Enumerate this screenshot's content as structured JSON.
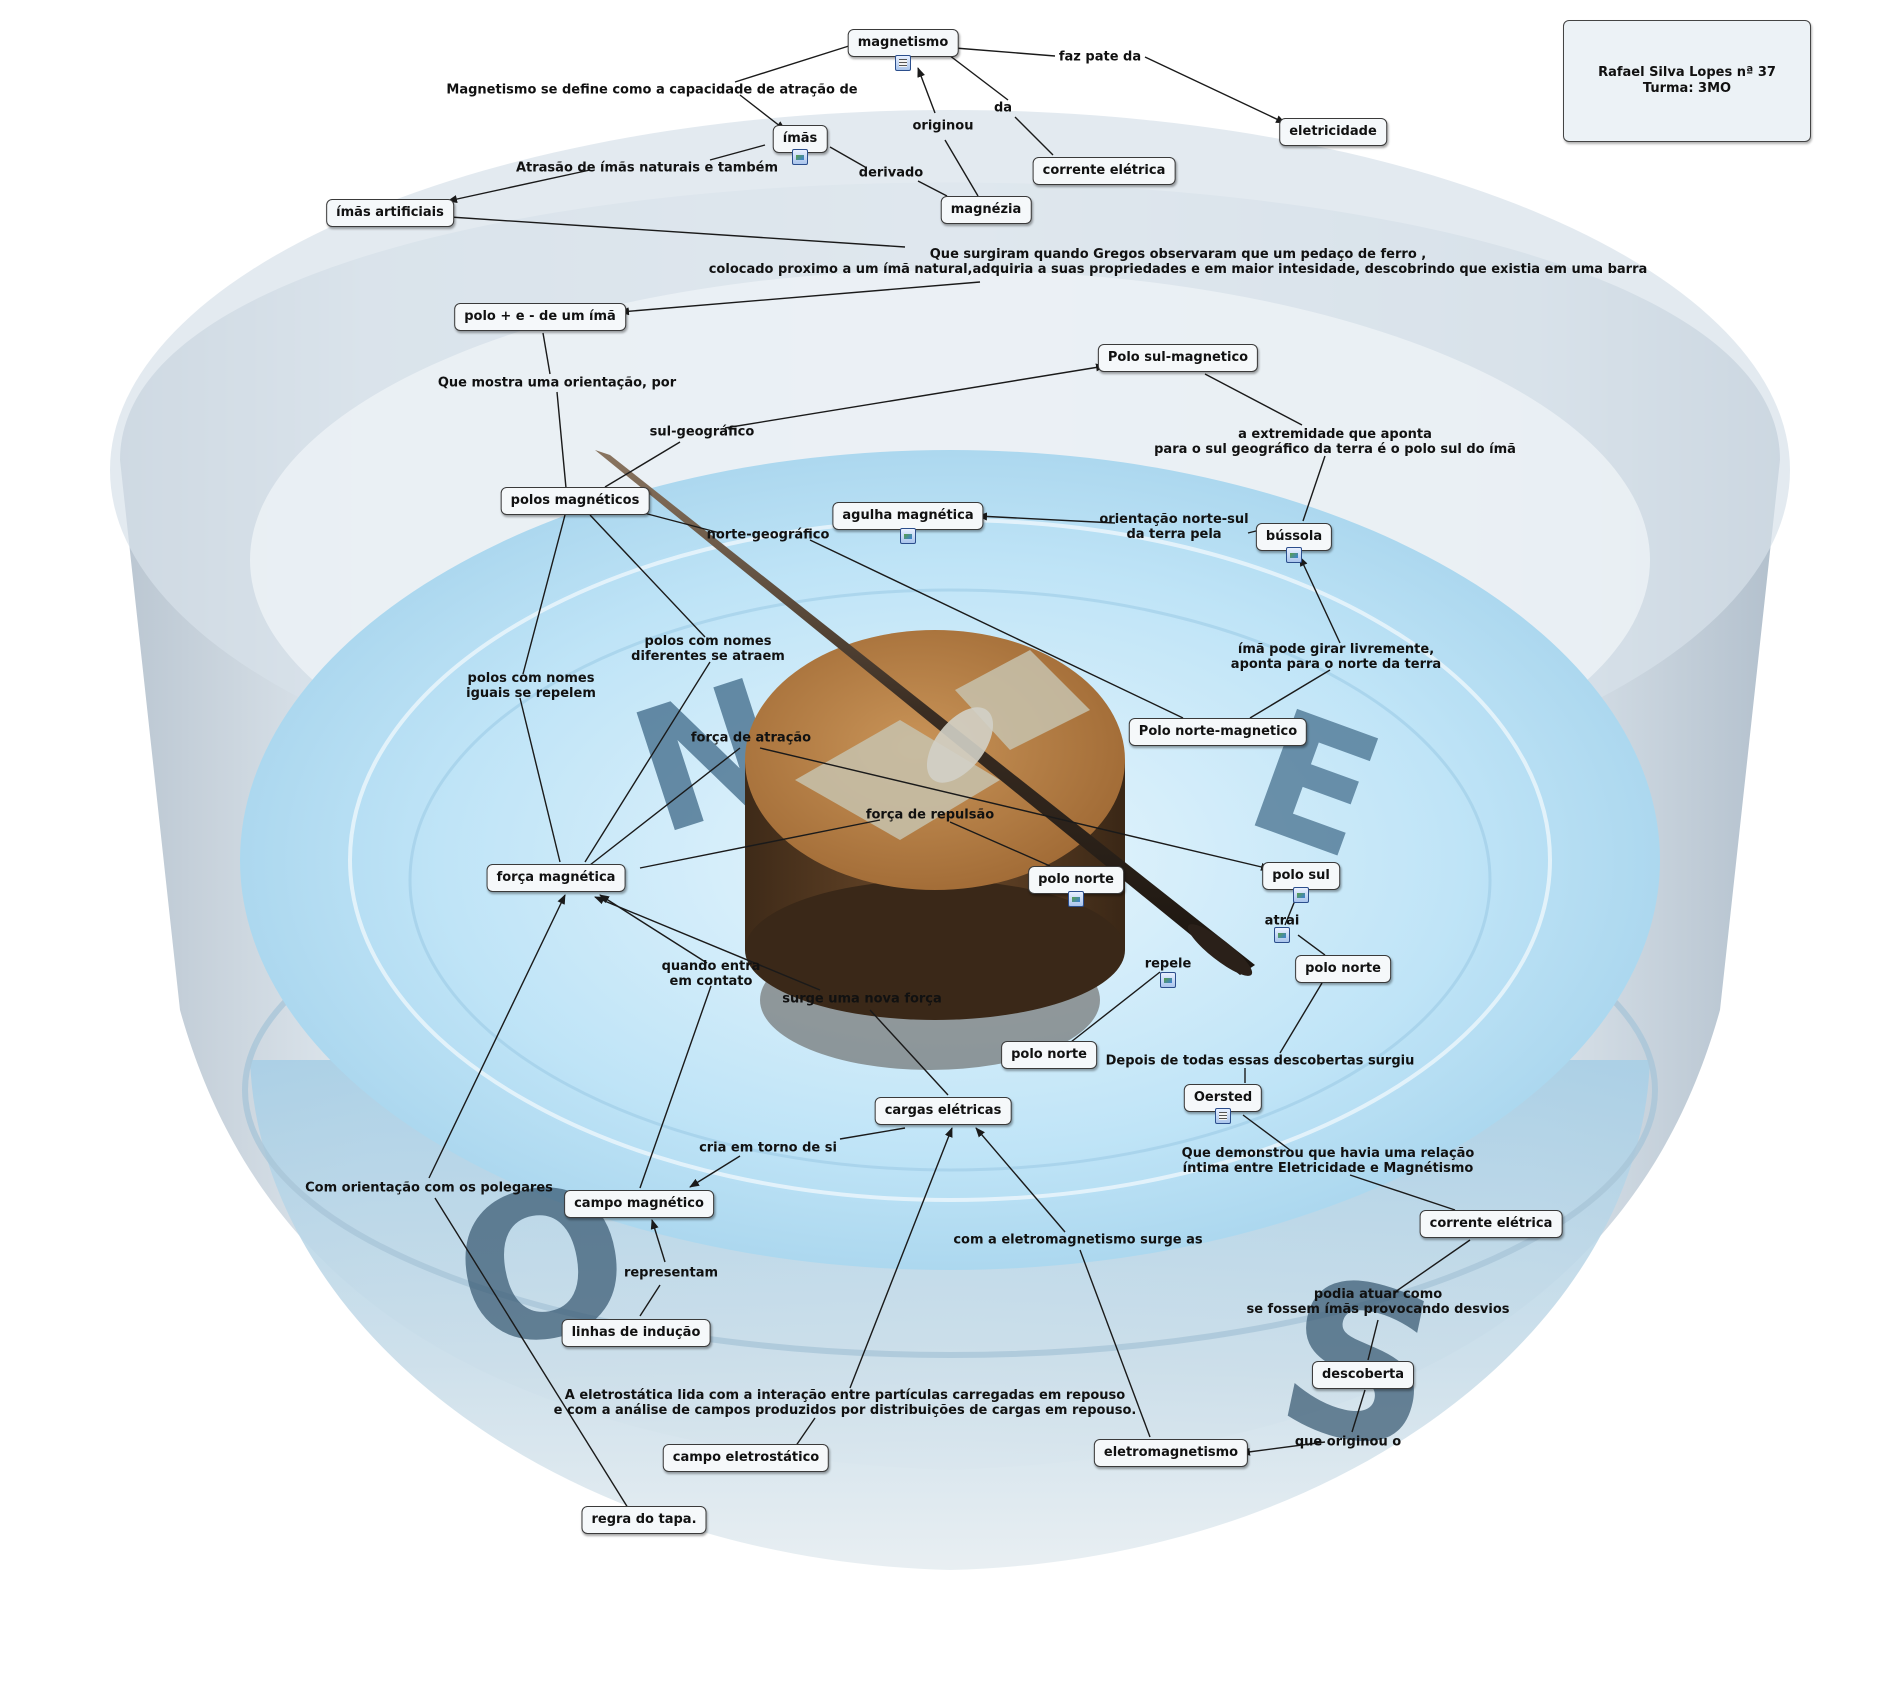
{
  "author": {
    "name_line": "Rafael Silva Lopes nª 37",
    "class_line": "Turma: 3MO"
  },
  "nodes": {
    "magnetismo": "magnetismo",
    "imas": "ímãs",
    "eletricidade": "eletricidade",
    "corrente_eletrica_top": "corrente elétrica",
    "imas_artificiais": "ímãs artificiais",
    "magnezia": "magnézia",
    "polo_imas": "polo + e - de um ímã",
    "polo_sul_magnetico": "Polo sul-magnetico",
    "polos_magneticos": "polos magnéticos",
    "agulha_magnetica": "agulha magnética",
    "bussola": "bússola",
    "polo_norte_magnetico": "Polo norte-magnetico",
    "forca_magnetica": "força magnética",
    "polo_norte_1": "polo norte",
    "polo_sul": "polo sul",
    "polo_norte_2": "polo norte",
    "polo_norte_3": "polo norte",
    "oersted": "Oersted",
    "cargas_eletricas": "cargas elétricas",
    "campo_magnetico": "campo magnético",
    "corrente_eletrica_bottom": "corrente elétrica",
    "linhas_inducao": "linhas de indução",
    "descoberta": "descoberta",
    "campo_eletrostatico": "campo eletrostático",
    "eletromagnetismo": "eletromagnetismo",
    "regra_tapa": "regra do tapa."
  },
  "linking_phrases": {
    "faz_pate_da": "faz pate da",
    "magnetismo_define": "Magnetismo se define como a capacidade de atração de",
    "da": "da",
    "originou": "originou",
    "atrasao": "Atrasão de ímãs naturais e também",
    "derivado": "derivado",
    "surgiram": "Que surgiram quando Gregos observaram que um pedaço de ferro ,\ncolocado proximo a um ímã natural,adquiria a suas propriedades e em maior intesidade, descobrindo que existia em uma barra",
    "mostra_orientacao": "Que mostra uma orientação, por",
    "sul_geografico": "sul-geográfico",
    "extremidade": "a extremidade que aponta\npara o sul geográfico da terra é o polo sul do ímã",
    "norte_geografico": "norte-geográfico",
    "orientacao_norte_sul": "orientação norte-sul\nda terra pela",
    "polos_diferentes": "polos com nomes\ndiferentes se atraem",
    "polos_iguais": "polos com nomes\niguais se repelem",
    "ima_girar": "ímã pode girar livremente,\naponta para o norte da terra",
    "forca_atracao": "força de atração",
    "forca_repulsao": "força de repulsão",
    "atrai": "atrai",
    "repele": "repele",
    "quando_entra": "quando entra\nem contato",
    "surge_nova_forca": "surge uma nova força",
    "depois": "Depois de todas essas descobertas surgiu",
    "cria_em_torno": "cria em torno de si",
    "demonstrou": "Que demonstrou que havia uma relação\níntima entre Eletricidade e Magnétismo",
    "com_orientacao": "Com orientação com os polegares",
    "eletromagnetismo_surge": "com a eletromagnetismo surge as",
    "representam": "representam",
    "podia_atuar": "podia atuar como\nse fossem ímãs provocando desvios",
    "eletrostatica": "A eletrostática lida com a interação entre partículas carregadas em repouso\ne com a análise de campos produzidos por distribuições de cargas em repouso.",
    "que_originou": "que originou o"
  },
  "background_letters": {
    "north": "N",
    "east": "E",
    "south": "S",
    "west": "O"
  },
  "colors": {
    "node_fill": "#f5f8fa",
    "node_border": "#3a3a3a",
    "line": "#1a1a1a",
    "water": "#bfe4f7",
    "cork": "#b8824a"
  }
}
